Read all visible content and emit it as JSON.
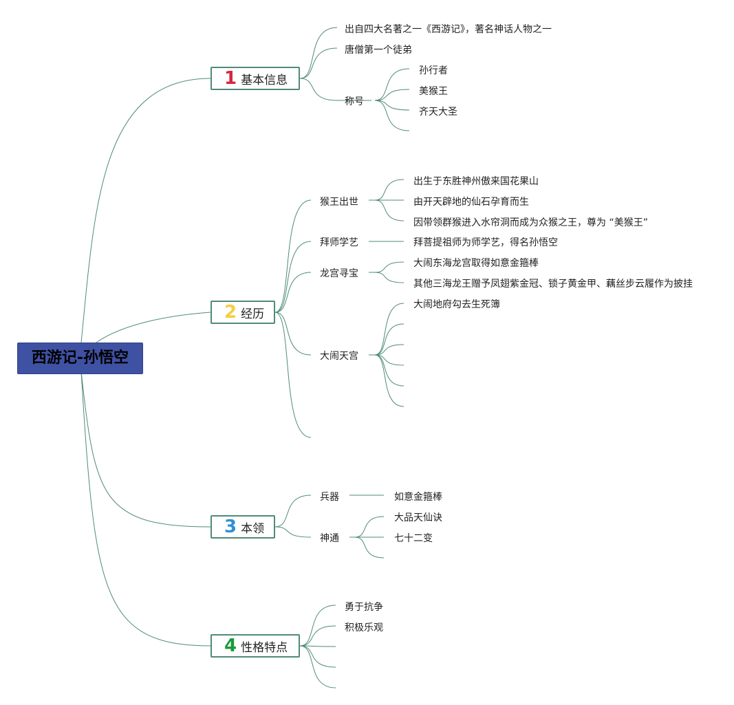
{
  "root": {
    "label": "西游记-孙悟空"
  },
  "colors": {
    "line": "#4e8a78",
    "root_bg": "#3f51a3",
    "num1": "#d7263d",
    "num2": "#f4cf40",
    "num3": "#2e8fd6",
    "num4": "#1b9a3a"
  },
  "branches": [
    {
      "num": "1",
      "label": "基本信息",
      "children": [
        {
          "label": "出自四大名著之一《西游记》，著名神话人物之一"
        },
        {
          "label": "唐僧第一个徒弟"
        },
        {
          "label": "称号",
          "children": [
            "孙行者",
            "美猴王",
            "齐天大圣",
            ""
          ]
        }
      ]
    },
    {
      "num": "2",
      "label": "经历",
      "children": [
        {
          "label": "猴王出世",
          "children": [
            "出生于东胜神州傲来国花果山",
            "由开天辟地的仙石孕育而生",
            "因带领群猴进入水帘洞而成为众猴之王，尊为 “美猴王”"
          ]
        },
        {
          "label": "拜师学艺",
          "children": [
            "拜菩提祖师为师学艺，得名孙悟空"
          ]
        },
        {
          "label": "龙宫寻宝",
          "children": [
            "大闹东海龙宫取得如意金箍棒",
            "其他三海龙王赠予凤翅紫金冠、锁子黄金甲、藕丝步云履作为披挂"
          ]
        },
        {
          "label": "大闹天宫",
          "children": [
            "大闹地府勾去生死簿",
            "",
            "",
            "",
            "",
            ""
          ]
        },
        {
          "label": ""
        }
      ]
    },
    {
      "num": "3",
      "label": "本领",
      "children": [
        {
          "label": "兵器",
          "children": [
            "如意金箍棒"
          ]
        },
        {
          "label": "神通",
          "children": [
            "大品天仙诀",
            "七十二变",
            ""
          ]
        }
      ]
    },
    {
      "num": "4",
      "label": "性格特点",
      "children": [
        {
          "label": "勇于抗争"
        },
        {
          "label": "积极乐观"
        },
        {
          "label": ""
        },
        {
          "label": ""
        },
        {
          "label": ""
        }
      ]
    }
  ]
}
